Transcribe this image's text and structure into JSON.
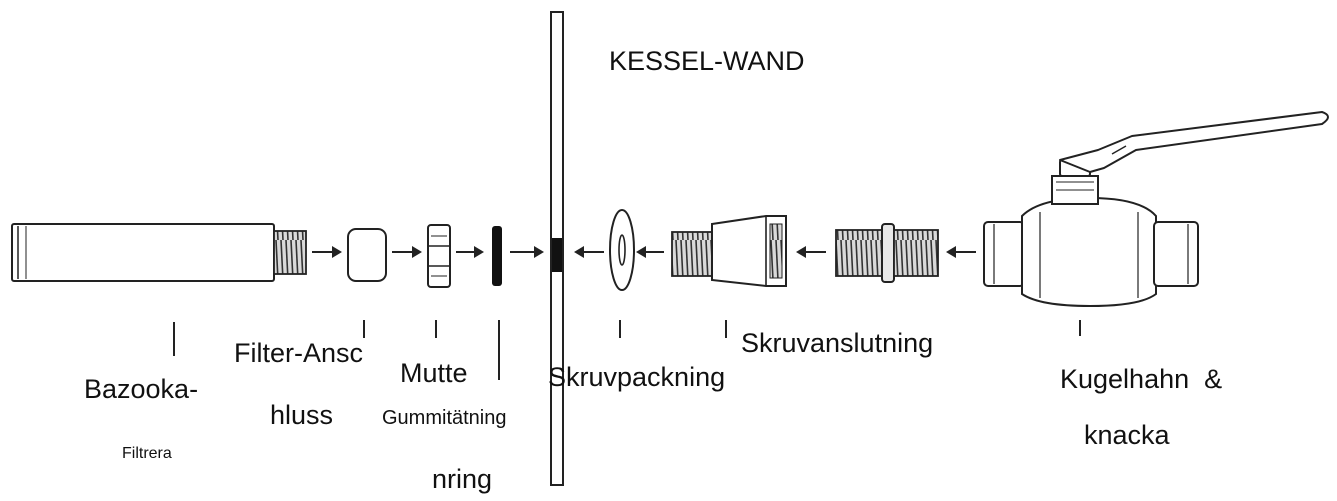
{
  "diagram": {
    "wall_label": "KESSEL-WAND",
    "parts": {
      "bazooka": {
        "line1": "Bazooka-",
        "line2": "Filtrera"
      },
      "filter_connection": {
        "line1": "Filter-Ansc",
        "line2": "hluss"
      },
      "nut": {
        "label": "Mutte"
      },
      "rubber_seal": {
        "line1": "Gummitätning",
        "line2": "nring"
      },
      "screw_gasket": {
        "label": "Skruvpackning"
      },
      "screw_connection": {
        "label": "Skruvanslutning"
      },
      "ball_valve": {
        "line1": "Kugelhahn  &",
        "line2": "knacka"
      }
    },
    "colors": {
      "stroke": "#222222",
      "fill": "#ffffff",
      "thread_fill": "#bfbfbf",
      "seal": "#111111"
    }
  }
}
